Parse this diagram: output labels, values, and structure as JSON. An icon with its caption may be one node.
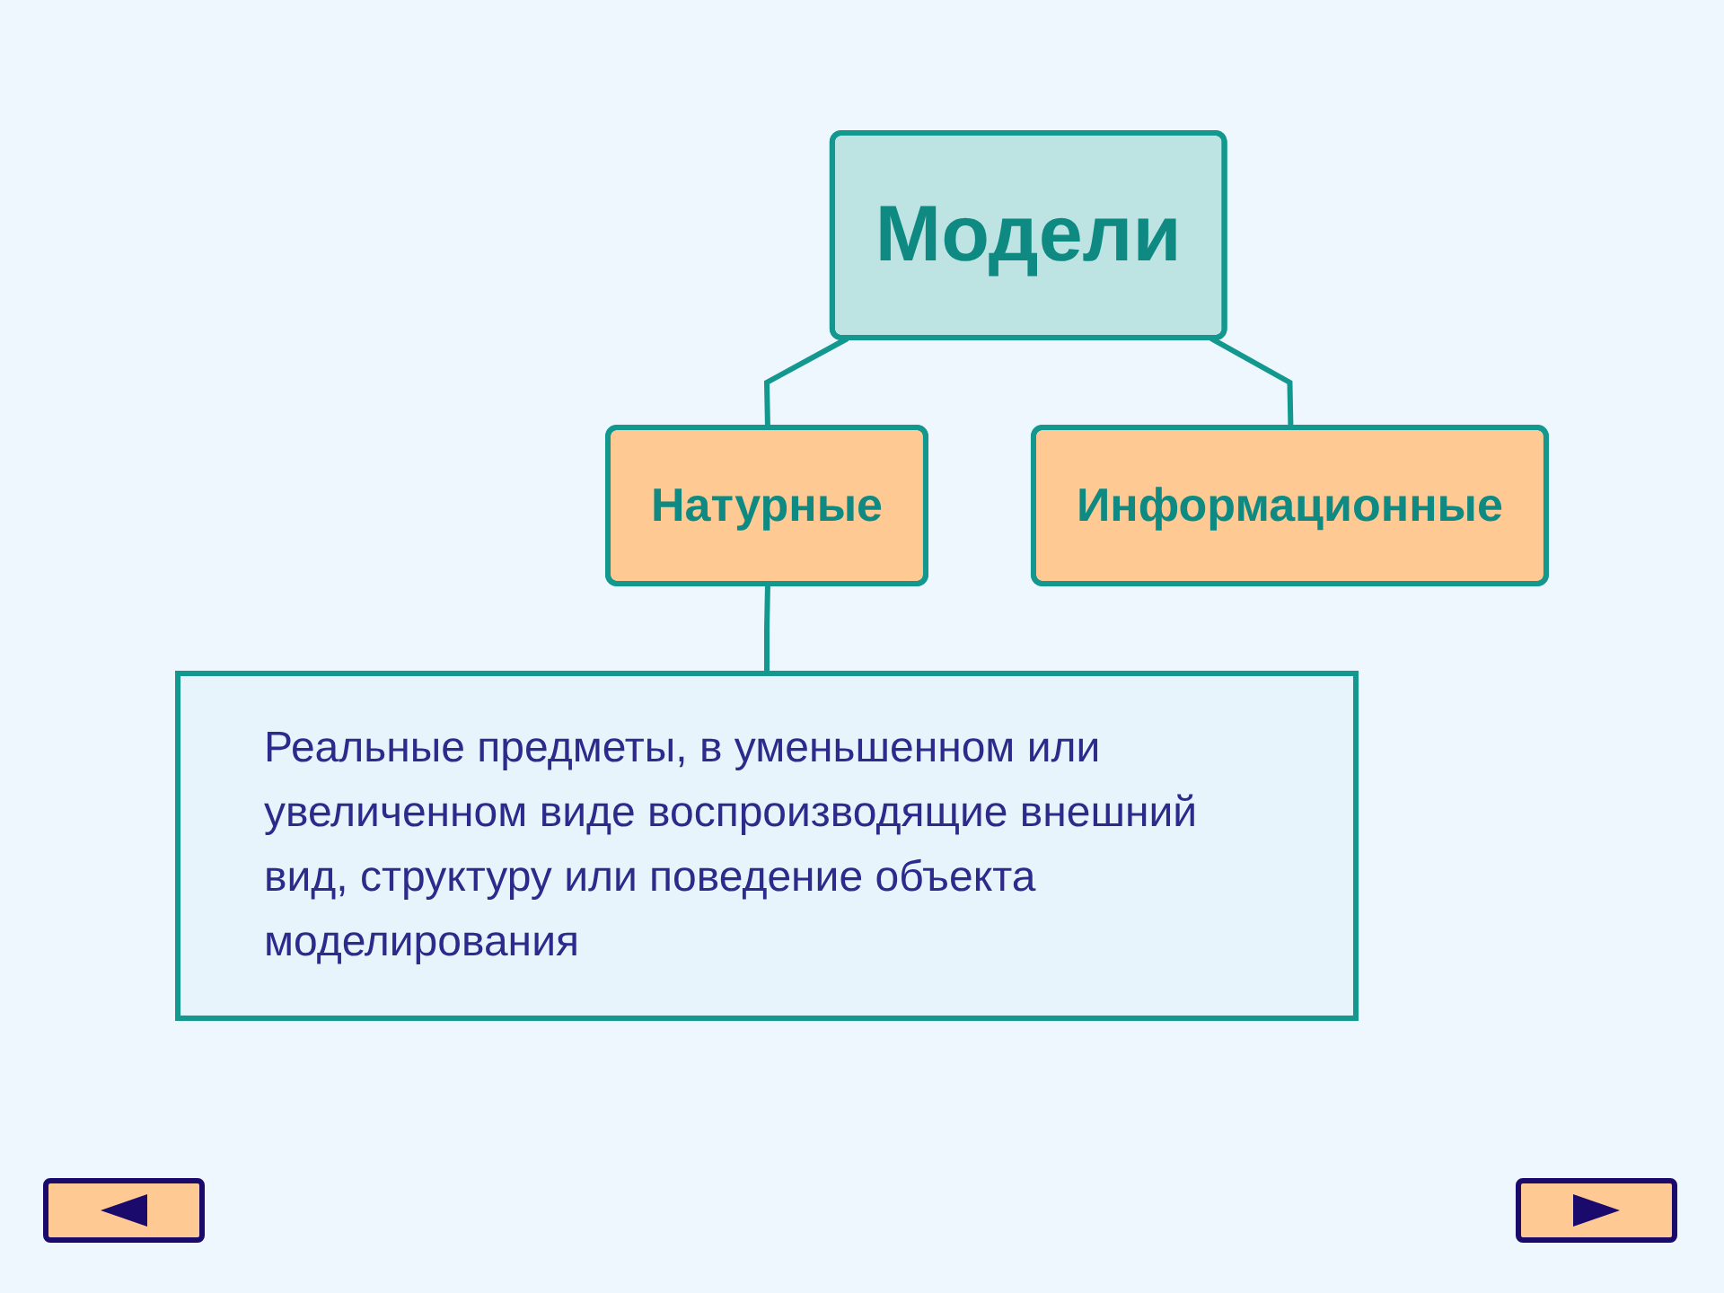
{
  "diagram": {
    "nodes": [
      {
        "text": [
          "Модели"
        ]
      },
      {
        "text": [
          "Натурные"
        ]
      },
      {
        "text": [
          "Информационные"
        ]
      },
      {
        "text": [
          "Реальные предметы, в уменьшенном или увеличенном виде воспроизводящие внешний вид, структуру или поведение объекта моделирования"
        ]
      }
    ],
    "edges": [
      {
        "from": 0,
        "to": 1,
        "arrow": "none"
      },
      {
        "from": 0,
        "to": 2,
        "arrow": "none"
      },
      {
        "from": 1,
        "to": 3,
        "arrow": "none"
      }
    ]
  }
}
